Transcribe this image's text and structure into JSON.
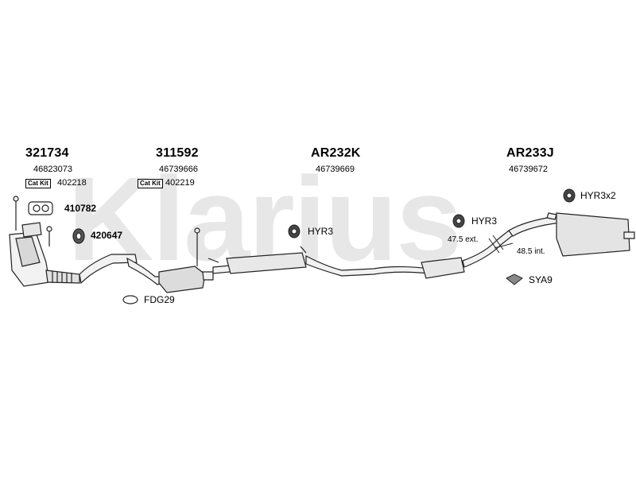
{
  "watermark": "Klarius",
  "sections": [
    {
      "code": "321734",
      "ref": "46823073",
      "catkit_label": "Cat Kit",
      "catkit_code": "402218"
    },
    {
      "code": "311592",
      "ref": "46739666",
      "catkit_label": "Cat Kit",
      "catkit_code": "402219"
    },
    {
      "code": "AR232K",
      "ref": "46739669"
    },
    {
      "code": "AR233J",
      "ref": "46739672"
    }
  ],
  "fittings": {
    "gasket_a": "410782",
    "rubber_a": "420647",
    "flex_gasket": "FDG29",
    "hyr3_mid": "HYR3",
    "hyr3_right": "HYR3",
    "hyr3x2": "HYR3x2",
    "sya9": "SYA9"
  },
  "dimensions": {
    "ext": "47.5 ext.",
    "int": "48.5 int."
  }
}
